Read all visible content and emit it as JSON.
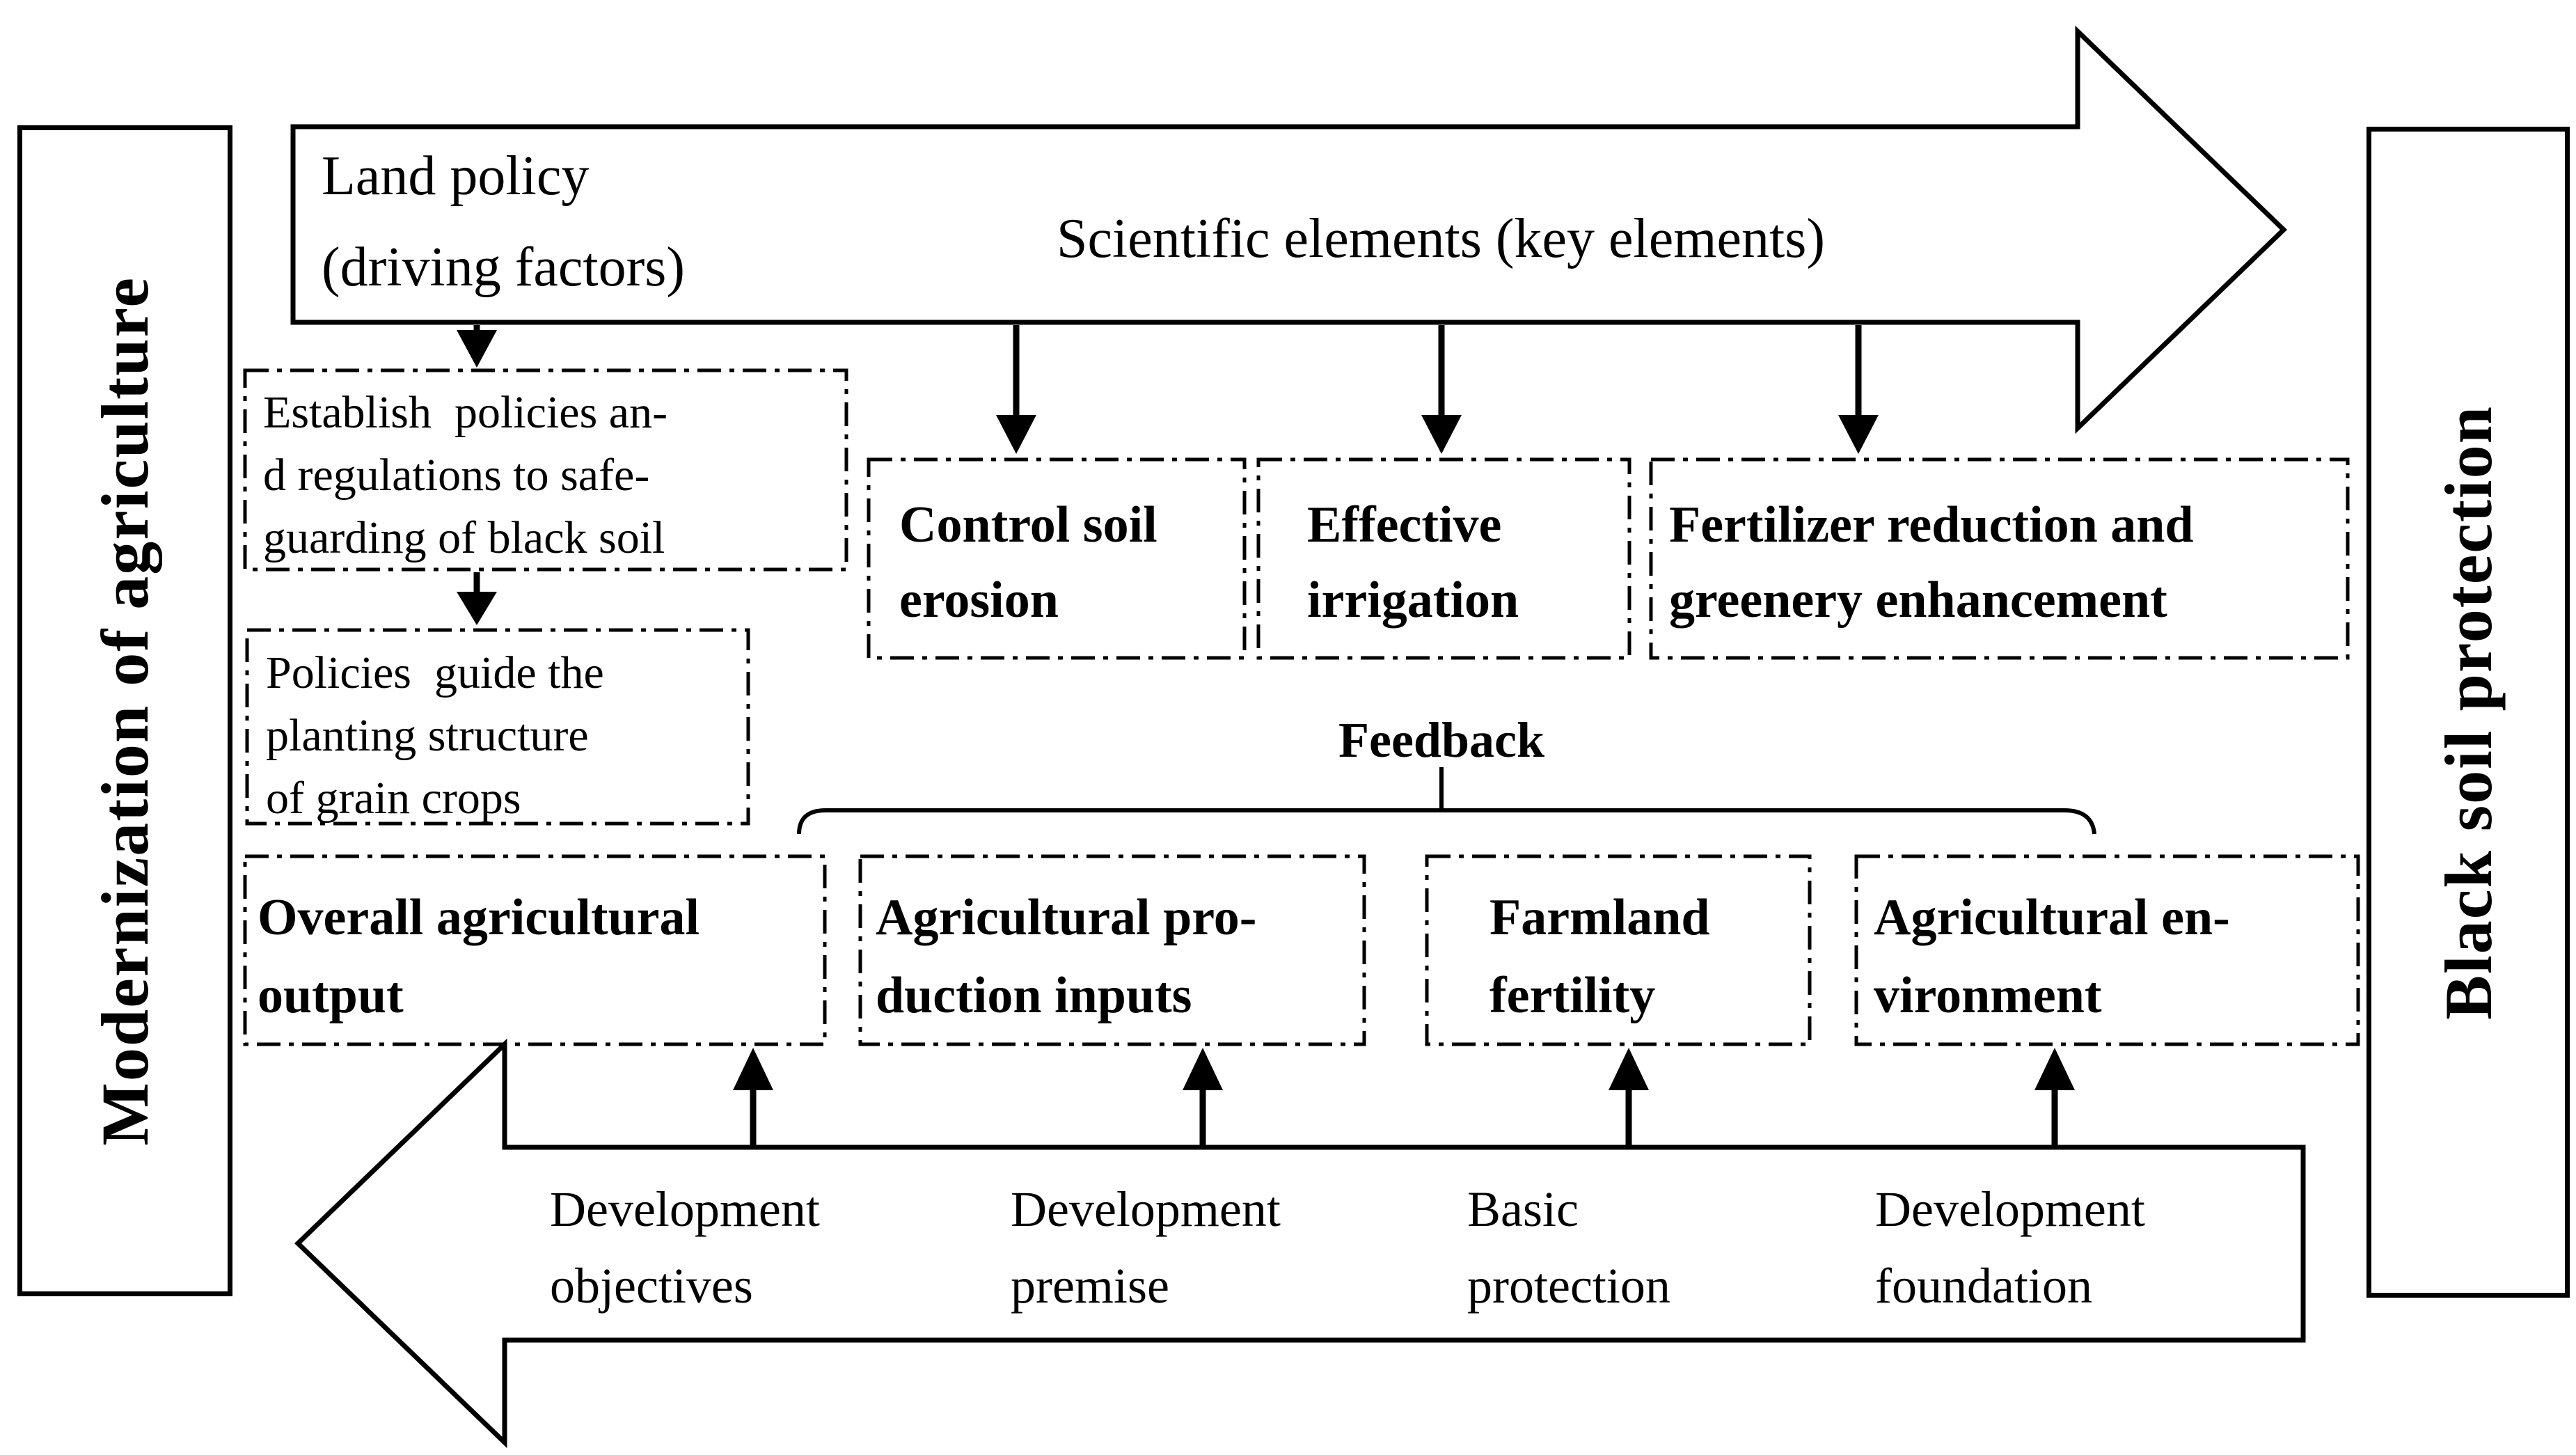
{
  "colors": {
    "ink": "#000000",
    "paper": "#ffffff"
  },
  "side_panels": {
    "left_label": "Modernization of agriculture",
    "right_label": "Black soil protection"
  },
  "top_arrow": {
    "land_policy": "Land policy",
    "driving_factors": "(driving factors)",
    "scientific_elements": "Scientific elements (key elements)"
  },
  "policy_boxes": {
    "establish": "Establish  policies an-\nd regulations to safe-\nguarding of black soil",
    "guide": "Policies  guide the\nplanting structure\nof grain crops"
  },
  "key_element_boxes": {
    "control_soil": "Control soil\nerosion",
    "effective_irrigation": "Effective\nirrigation",
    "fertilizer_reduction": "Fertilizer reduction and\ngreenery enhancement"
  },
  "feedback": {
    "label": "Feedback"
  },
  "outcome_boxes": {
    "overall_output": "Overall agricultural\noutput",
    "production_inputs": "Agricultural pro-\nduction inputs",
    "farmland_fertility": "Farmland\nfertility",
    "agricultural_environment": "Agricultural en-\nvironment"
  },
  "bottom_arrow_labels": {
    "objectives": "Development\nobjectives",
    "premise": "Development\npremise",
    "protection": "Basic\nprotection",
    "foundation": "Development\nfoundation"
  }
}
